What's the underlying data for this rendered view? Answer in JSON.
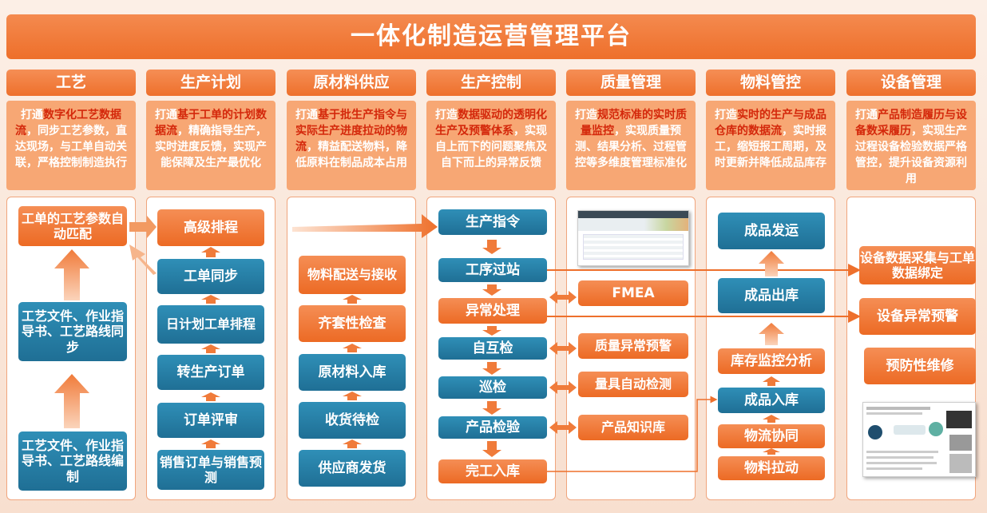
{
  "title": "一体化制造运营管理平台",
  "columns": [
    {
      "header": "工艺",
      "desc": [
        {
          "t": "打通"
        },
        {
          "t": "数字化工艺数据流",
          "h": true
        },
        {
          "t": "，同步工艺参数，直达现场，与工单自动关联，严格控制制造执行"
        }
      ]
    },
    {
      "header": "生产计划",
      "desc": [
        {
          "t": "打通"
        },
        {
          "t": "基于工单的计划数据流",
          "h": true
        },
        {
          "t": "，精确指导生产，实时进度反馈，实现产能保障及生产最优化"
        }
      ]
    },
    {
      "header": "原材料供应",
      "desc": [
        {
          "t": "打通"
        },
        {
          "t": "基于批生产指令与实际生产进度拉动的物流",
          "h": true
        },
        {
          "t": "，精益配送物料，降低原料在制品成本占用"
        }
      ]
    },
    {
      "header": "生产控制",
      "desc": [
        {
          "t": "打造"
        },
        {
          "t": "数据驱动的透明化生产及预警体系",
          "h": true
        },
        {
          "t": "，实现自上而下的问题聚焦及自下而上的异常反馈"
        }
      ]
    },
    {
      "header": "质量管理",
      "desc": [
        {
          "t": "打造"
        },
        {
          "t": "规范标准的实时质量监控",
          "h": true
        },
        {
          "t": "，实现质量预测、结果分析、过程管控等多维度管理标准化"
        }
      ]
    },
    {
      "header": "物料管控",
      "desc": [
        {
          "t": "打造"
        },
        {
          "t": "实时的生产与成品仓库的数据流",
          "h": true
        },
        {
          "t": "，实时报工，缩短报工周期，及时更新并降低成品库存"
        }
      ]
    },
    {
      "header": "设备管理",
      "desc": [
        {
          "t": "打通"
        },
        {
          "t": "产品制造履历与设备数采履历",
          "h": true
        },
        {
          "t": "，实现生产过程设备检验数据严格管控，提升设备资源利用"
        }
      ]
    }
  ],
  "boxes": {
    "craft_match": "工单的工艺参数自动匹配",
    "craft_sync": "工艺文件、作业指导书、工艺路线同步",
    "craft_edit": "工艺文件、作业指导书、工艺路线编制",
    "plan_aps": "高级排程",
    "plan_wo_sync": "工单同步",
    "plan_daily": "日计划工单排程",
    "plan_to_prod": "转生产订单",
    "plan_review": "订单评审",
    "plan_sales": "销售订单与销售预测",
    "mat_deliver": "物料配送与接收",
    "mat_kit": "齐套性检查",
    "mat_in": "原材料入库",
    "mat_receive": "收货待检",
    "mat_supplier": "供应商发货",
    "ctl_cmd": "生产指令",
    "ctl_station": "工序过站",
    "ctl_abnormal": "异常处理",
    "ctl_selfcheck": "自互检",
    "ctl_patrol": "巡检",
    "ctl_inspect": "产品检验",
    "ctl_finish": "完工入库",
    "q_fmea": "FMEA",
    "q_alert": "质量异常预警",
    "q_gauge": "量具自动检测",
    "q_kb": "产品知识库",
    "m_ship": "成品发运",
    "m_out": "成品出库",
    "m_stock": "库存监控分析",
    "m_in": "成品入库",
    "m_logistics": "物流协同",
    "m_pull": "物料拉动",
    "e_bind": "设备数据采集与工单数据绑定",
    "e_alert": "设备异常预警",
    "e_maint": "预防性维修"
  },
  "colors": {
    "orange": "#ee702c",
    "blue": "#1f6f95",
    "highlight": "#d4280b",
    "desc_bg": "#f7a774"
  }
}
